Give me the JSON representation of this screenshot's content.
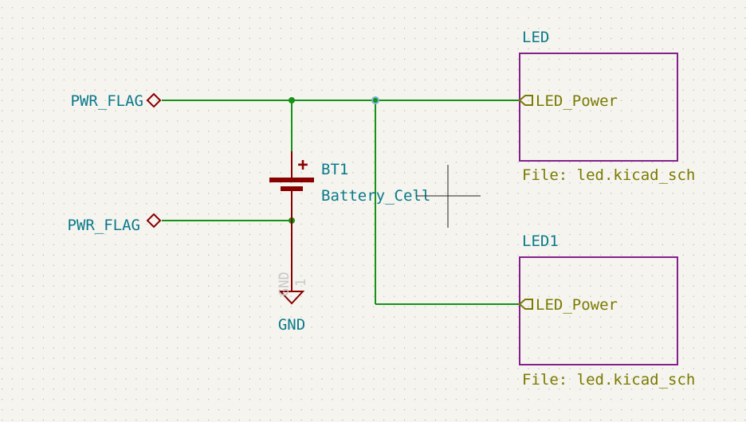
{
  "colors": {
    "background": "#f5f4ef",
    "grid_dot": "#b9b9b3",
    "wire": "#169216",
    "junction": "#169216",
    "component": "#880000",
    "net_label": "#0a7a8a",
    "sheet_border": "#84208c",
    "sheet_text": "#7a7a00",
    "cursor": "#222222",
    "hidden_text": "#c8c8c8"
  },
  "labels": {
    "pwr_flag_top": "PWR_FLAG",
    "pwr_flag_bottom": "PWR_FLAG",
    "battery_ref": "BT1",
    "battery_value": "Battery_Cell",
    "battery_plus": "+",
    "gnd_value": "GND",
    "gnd_ref_hidden": "GND",
    "gnd_pin_hidden": "1"
  },
  "sheets": [
    {
      "name": "LED",
      "pin": "LED_Power",
      "file": "File: led.kicad_sch"
    },
    {
      "name": "LED1",
      "pin": "LED_Power",
      "file": "File: led.kicad_sch"
    }
  ]
}
